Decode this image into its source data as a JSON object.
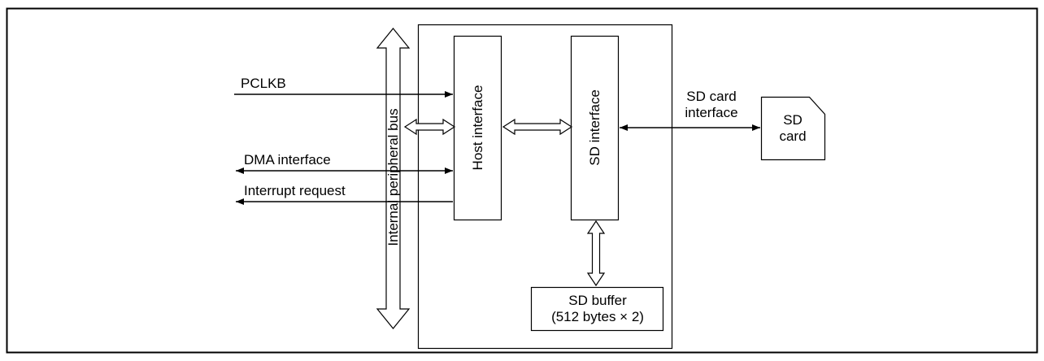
{
  "signals": {
    "pclkb": "PCLKB",
    "dma": "DMA interface",
    "irq": "Interrupt request"
  },
  "bus_label": "Internal peripheral bus",
  "host_interface_label": "Host interface",
  "sd_interface_label": "SD interface",
  "sd_card_interface_label": [
    "SD card",
    "interface"
  ],
  "sd_card_label": [
    "SD",
    "card"
  ],
  "sd_buffer_label": [
    "SD buffer",
    "(512 bytes × 2)"
  ]
}
